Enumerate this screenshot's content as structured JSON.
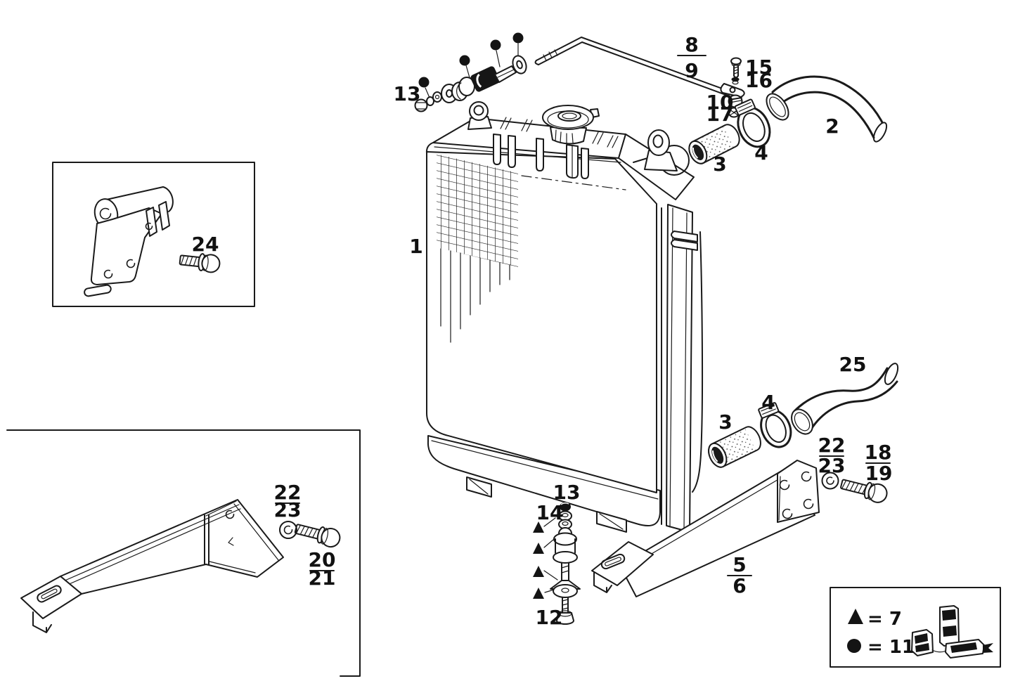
{
  "callouts": {
    "part1": "1",
    "part2": "2",
    "part3_upper": "3",
    "part4_upper": "4",
    "part3_lower": "3",
    "part4_lower": "4",
    "part5": "5",
    "part6": "6",
    "part8": "8",
    "part9": "9",
    "part10": "10",
    "part12": "12",
    "part13_upper": "13",
    "part13_lower": "13",
    "part14": "14",
    "part15": "15",
    "part16": "16",
    "part17": "17",
    "part18": "18",
    "part19": "19",
    "part20": "20",
    "part21": "21",
    "part22_left": "22",
    "part23_left": "23",
    "part22_right": "22",
    "part23_right": "23",
    "part24": "24",
    "part25": "25"
  },
  "legend": {
    "triangle": {
      "symbol": "▲",
      "text": "= 7"
    },
    "circle": {
      "symbol": "●",
      "text": "= 11"
    }
  }
}
